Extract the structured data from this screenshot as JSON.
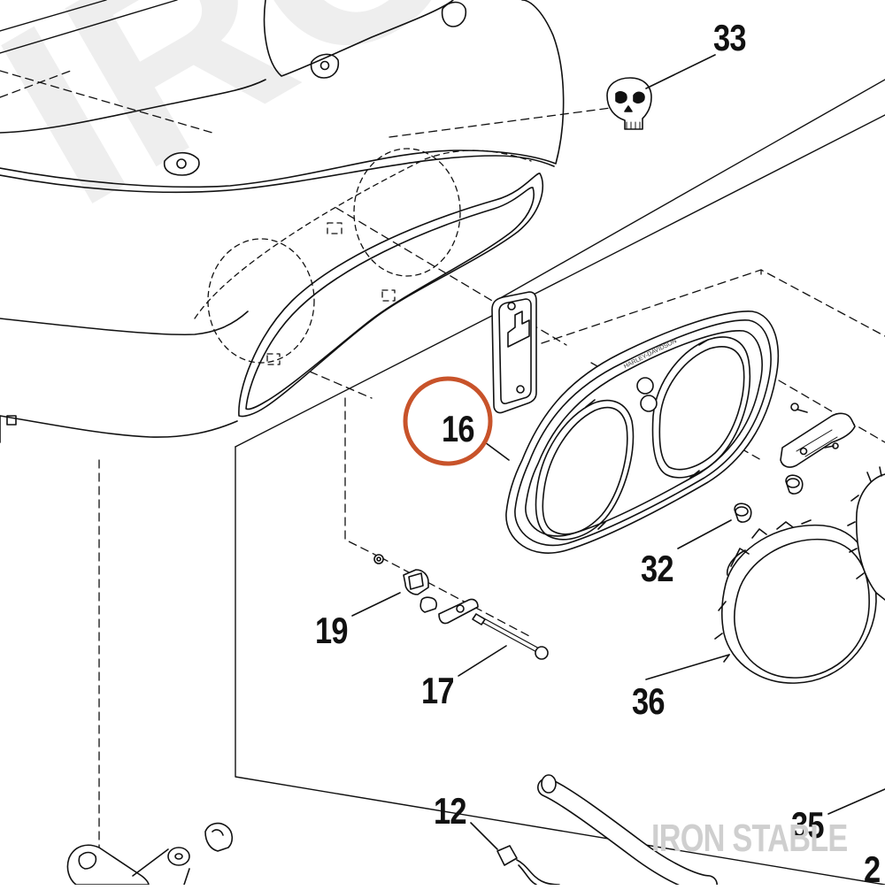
{
  "callouts": {
    "c33": "33",
    "c16": "16",
    "c32": "32",
    "c19": "19",
    "c17": "17",
    "c36": "36",
    "c12": "12",
    "c35": "35",
    "c2x": "2"
  },
  "bezel_logo_text": "HARLEY-DAVIDSON",
  "watermark": "IRON STABLE",
  "highlight_color": "#c8532a"
}
